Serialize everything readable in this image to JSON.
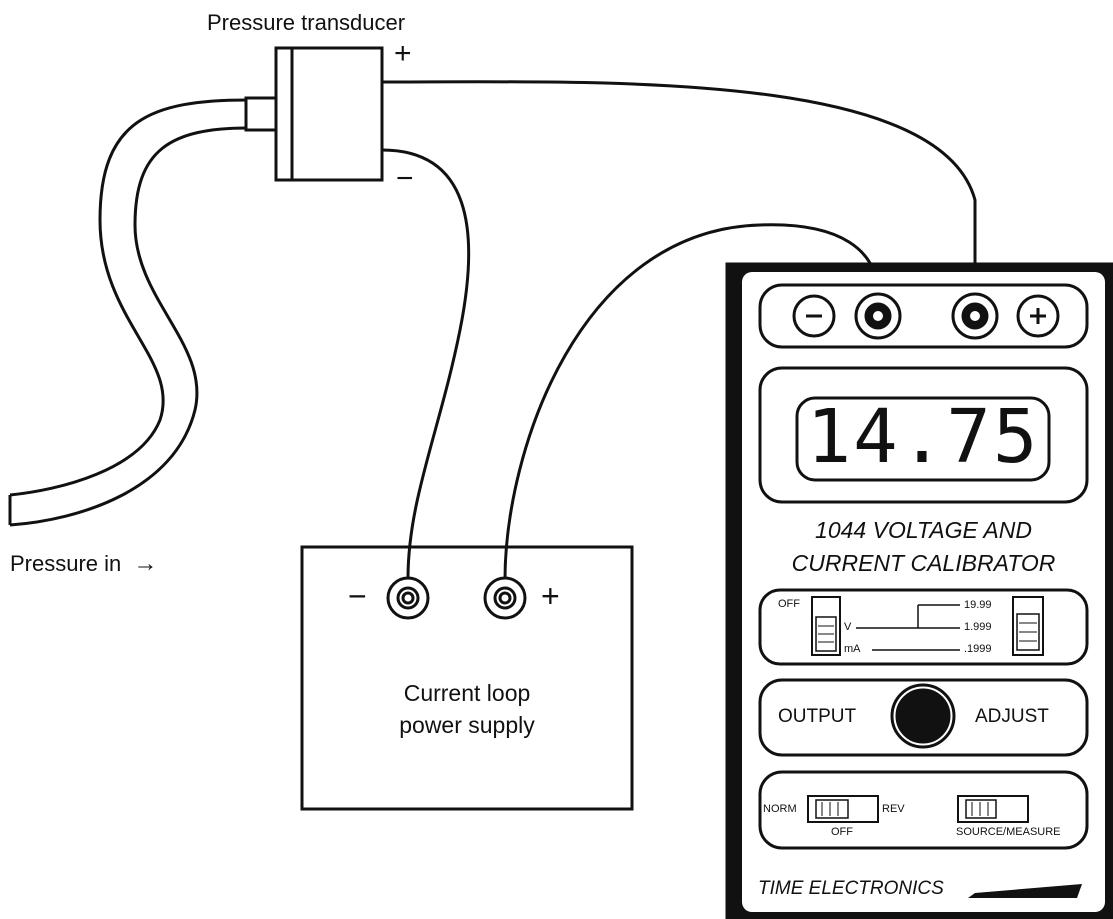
{
  "transducer": {
    "label": "Pressure transducer",
    "plus_sign": "+",
    "minus_sign": "−"
  },
  "pressure_in": {
    "label": "Pressure in",
    "arrow": "→"
  },
  "power_supply": {
    "label_line1": "Current loop",
    "label_line2": "power supply",
    "minus_sign": "−",
    "plus_sign": "+"
  },
  "calibrator": {
    "terminal_minus": "−",
    "terminal_plus": "+",
    "display_value": "14.75",
    "title_line1": "1044 VOLTAGE AND",
    "title_line2": "CURRENT CALIBRATOR",
    "range_switch": {
      "off_label": "OFF",
      "v_label": "V",
      "ma_label": "mA",
      "ranges": [
        "19.99",
        "1.999",
        ".1999"
      ]
    },
    "output_label": "OUTPUT",
    "adjust_label": "ADJUST",
    "norm_label": "NORM",
    "rev_label": "REV",
    "off_label": "OFF",
    "source_measure_label": "SOURCE/MEASURE",
    "brand": "TIME ELECTRONICS"
  }
}
